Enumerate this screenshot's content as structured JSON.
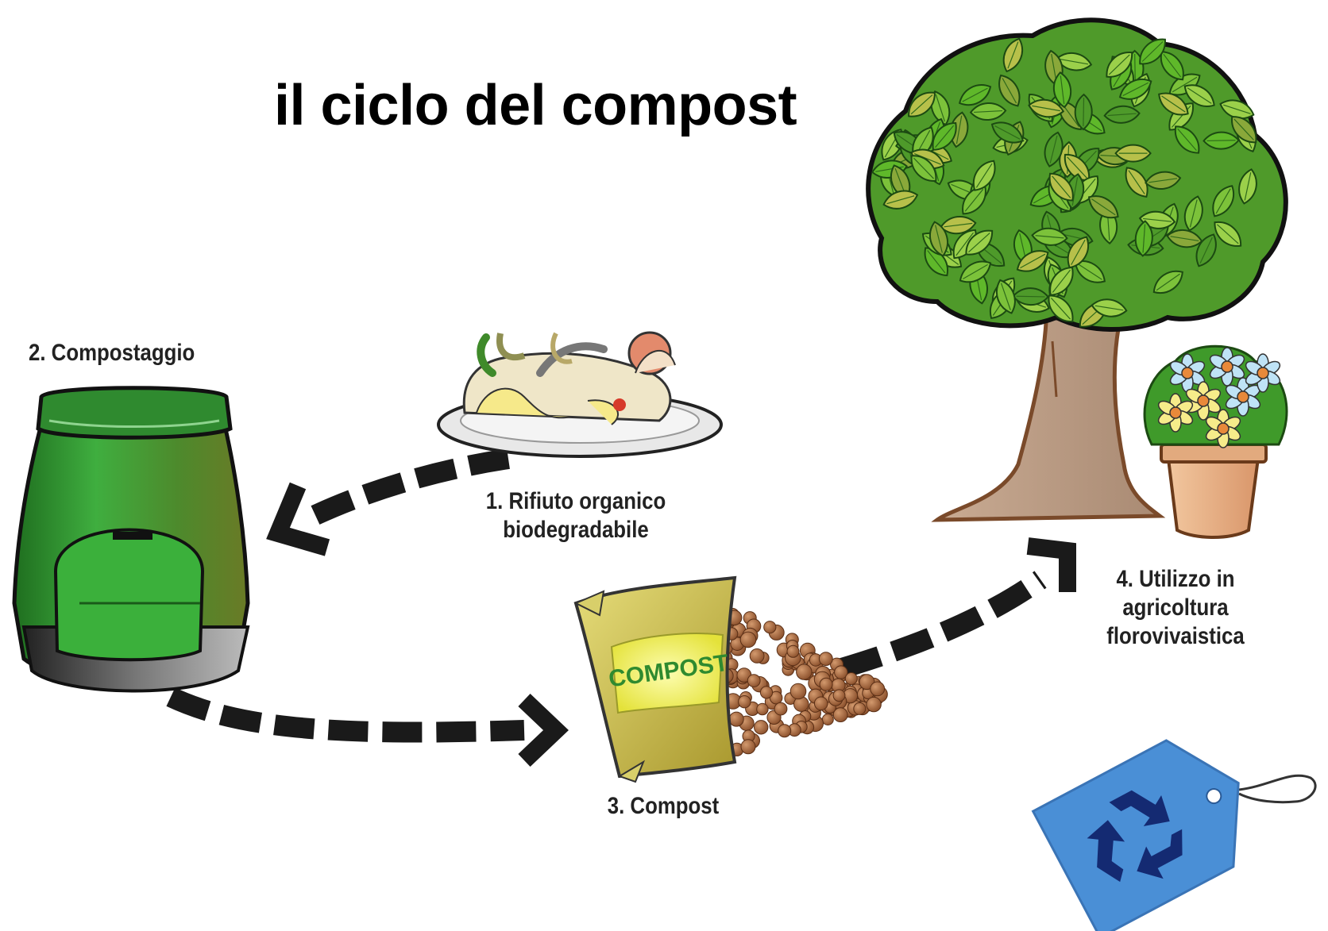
{
  "title": "il ciclo del compost",
  "steps": {
    "s1": {
      "line1": "1. Rifiuto organico",
      "line2": "biodegradabile"
    },
    "s2": {
      "line1": "2. Compostaggio"
    },
    "s3": {
      "line1": "3. Compost"
    },
    "s4": {
      "line1": "4. Utilizzo in",
      "line2": "agricoltura",
      "line3": "florovivaistica"
    }
  },
  "bag_label": "COMPOST",
  "icons": [
    "food-waste-plate-icon",
    "compost-bin-icon",
    "compost-bag-icon",
    "tree-icon",
    "flower-pot-icon",
    "recycle-tag-icon"
  ],
  "colors": {
    "arrow": "#1a1a1a",
    "bin_green": "#3a9a3a",
    "leaf_green": "#5fb82a",
    "trunk": "#b99a82",
    "bag": "#c9b84a",
    "pellets": "#a4673f",
    "tag": "#4a8fd6",
    "recycle": "#142a72"
  }
}
